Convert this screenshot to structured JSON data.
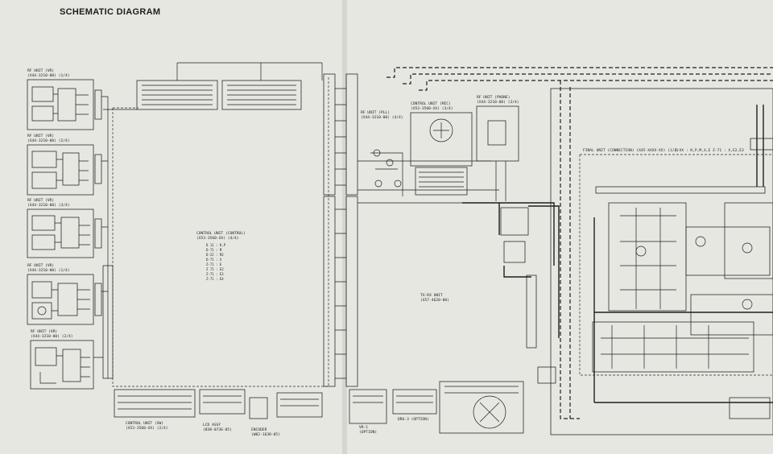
{
  "title": "SCHEMATIC DIAGRAM",
  "rf_units": [
    {
      "name": "RF UNIT (VR)",
      "part": "(X44-3210-00) (1/4)"
    },
    {
      "name": "RF UNIT (VR)",
      "part": "(X44-3210-00) (2/4)"
    },
    {
      "name": "RF UNIT (VR)",
      "part": "(X44-3210-00) (3/4)"
    },
    {
      "name": "RF UNIT (VR)",
      "part": "(X44-3210-00) (1/4)"
    },
    {
      "name": "RF UNIT (VR)",
      "part": "(X44-3210-00) (2/4)"
    }
  ],
  "control_unit_center": {
    "name": "CONTROL UNIT (CONTROL)",
    "part": "(X53-3560-XX) (4/4)",
    "table": [
      "D 11 : K,P",
      "D-71 : M",
      "D-22 : M2",
      "D-71 : X",
      "Z-71 : E",
      "Z 71 : E2",
      "Z-71 : E3",
      "Z-71 : E4"
    ]
  },
  "rf_unit_pll": {
    "name": "RF UNIT (PLL)",
    "part": "(X44-3210-00) (4/4)"
  },
  "control_unit_mic": {
    "name": "CONTROL UNIT (MIC)",
    "part": "(X53-3560-XX) (3/4)"
  },
  "rf_unit_phone": {
    "name": "RF UNIT (PHONE)",
    "part": "(X44-3210-00) (3/4)"
  },
  "tx_rx_unit": {
    "name": "TX-RX UNIT",
    "part": "(X57-4620-00)"
  },
  "final_unit": {
    "name": "FINAL UNIT (CONNECTION) (X45-XXXX-XX) (1/2)",
    "note": "X-XX : K,P,M,X,E  Z-71 : X,E2,E3"
  },
  "bottom_units": [
    {
      "name": "CONTROL UNIT (SW)",
      "part": "(X53-3560-XX) (2/4)"
    },
    {
      "name": "LCD ASSY",
      "part": "(B38-0736-05)"
    },
    {
      "name": "ENCODER",
      "part": "(W02-1638-05)"
    },
    {
      "name": "VR-1",
      "part": "(OPTION)"
    },
    {
      "name": "DRU-3 (OPTION)",
      "part": ""
    }
  ]
}
